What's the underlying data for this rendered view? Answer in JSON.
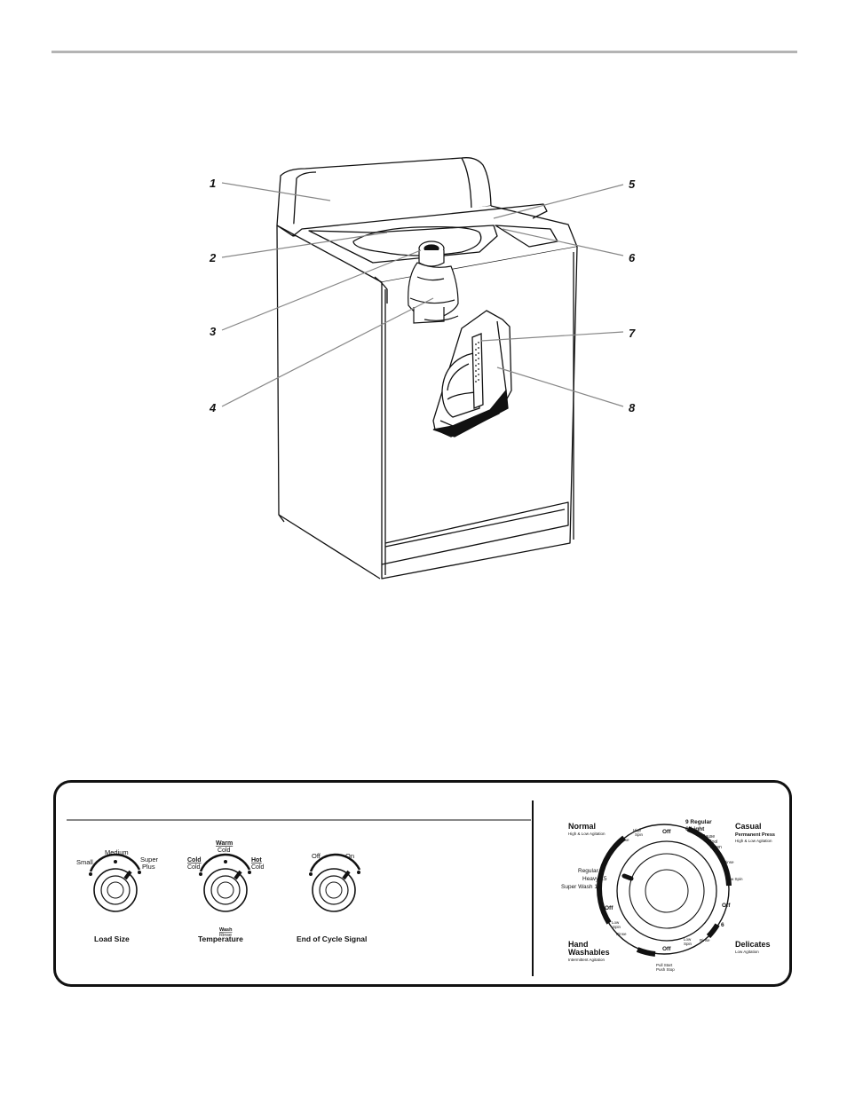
{
  "diagram": {
    "callouts": [
      "1",
      "2",
      "3",
      "4",
      "5",
      "6",
      "7",
      "8"
    ]
  },
  "controls": {
    "knobs": [
      {
        "label": "Load Size",
        "settings": [
          "Small",
          "Medium",
          "Super",
          "Plus"
        ]
      },
      {
        "label": "Temperature",
        "settings": {
          "warm": "Warm",
          "warm_sub": "Cold",
          "cold": "Cold",
          "cold_sub": "Cold",
          "hot": "Hot",
          "hot_sub": "Cold",
          "wash": "Wash",
          "rinse": "Rinse"
        }
      },
      {
        "label": "End of Cycle Signal",
        "settings": [
          "Off",
          "On"
        ]
      }
    ],
    "cycle_dial": {
      "normal": {
        "title": "Normal",
        "sub": "High & Low Agitation"
      },
      "casual": {
        "title": "Casual",
        "title2": "Permanent Press",
        "sub": "High & Low Agitation"
      },
      "hand": {
        "title": "Hand",
        "title2": "Washables",
        "sub": "Intermittent Agitation"
      },
      "delicates": {
        "title": "Delicates",
        "sub": "Low Agitation"
      },
      "normal_times": [
        "Regular  9",
        "Heavy  15",
        "Super Wash  18"
      ],
      "casual_times": [
        "9  Regular",
        "6  Light"
      ],
      "labels": {
        "off": "Off",
        "rinse": "Rinse",
        "high_spin_1": "High",
        "high_spin_2": "Spin",
        "pause_1": "Pause",
        "pause_2": "Cool",
        "pause_3": "Down",
        "low_spin": "Low Spin",
        "low_1": "Low",
        "low_2": "Spin",
        "six": "6",
        "pull_start": "Pull Start",
        "push_stop": "Push Stop"
      }
    }
  }
}
